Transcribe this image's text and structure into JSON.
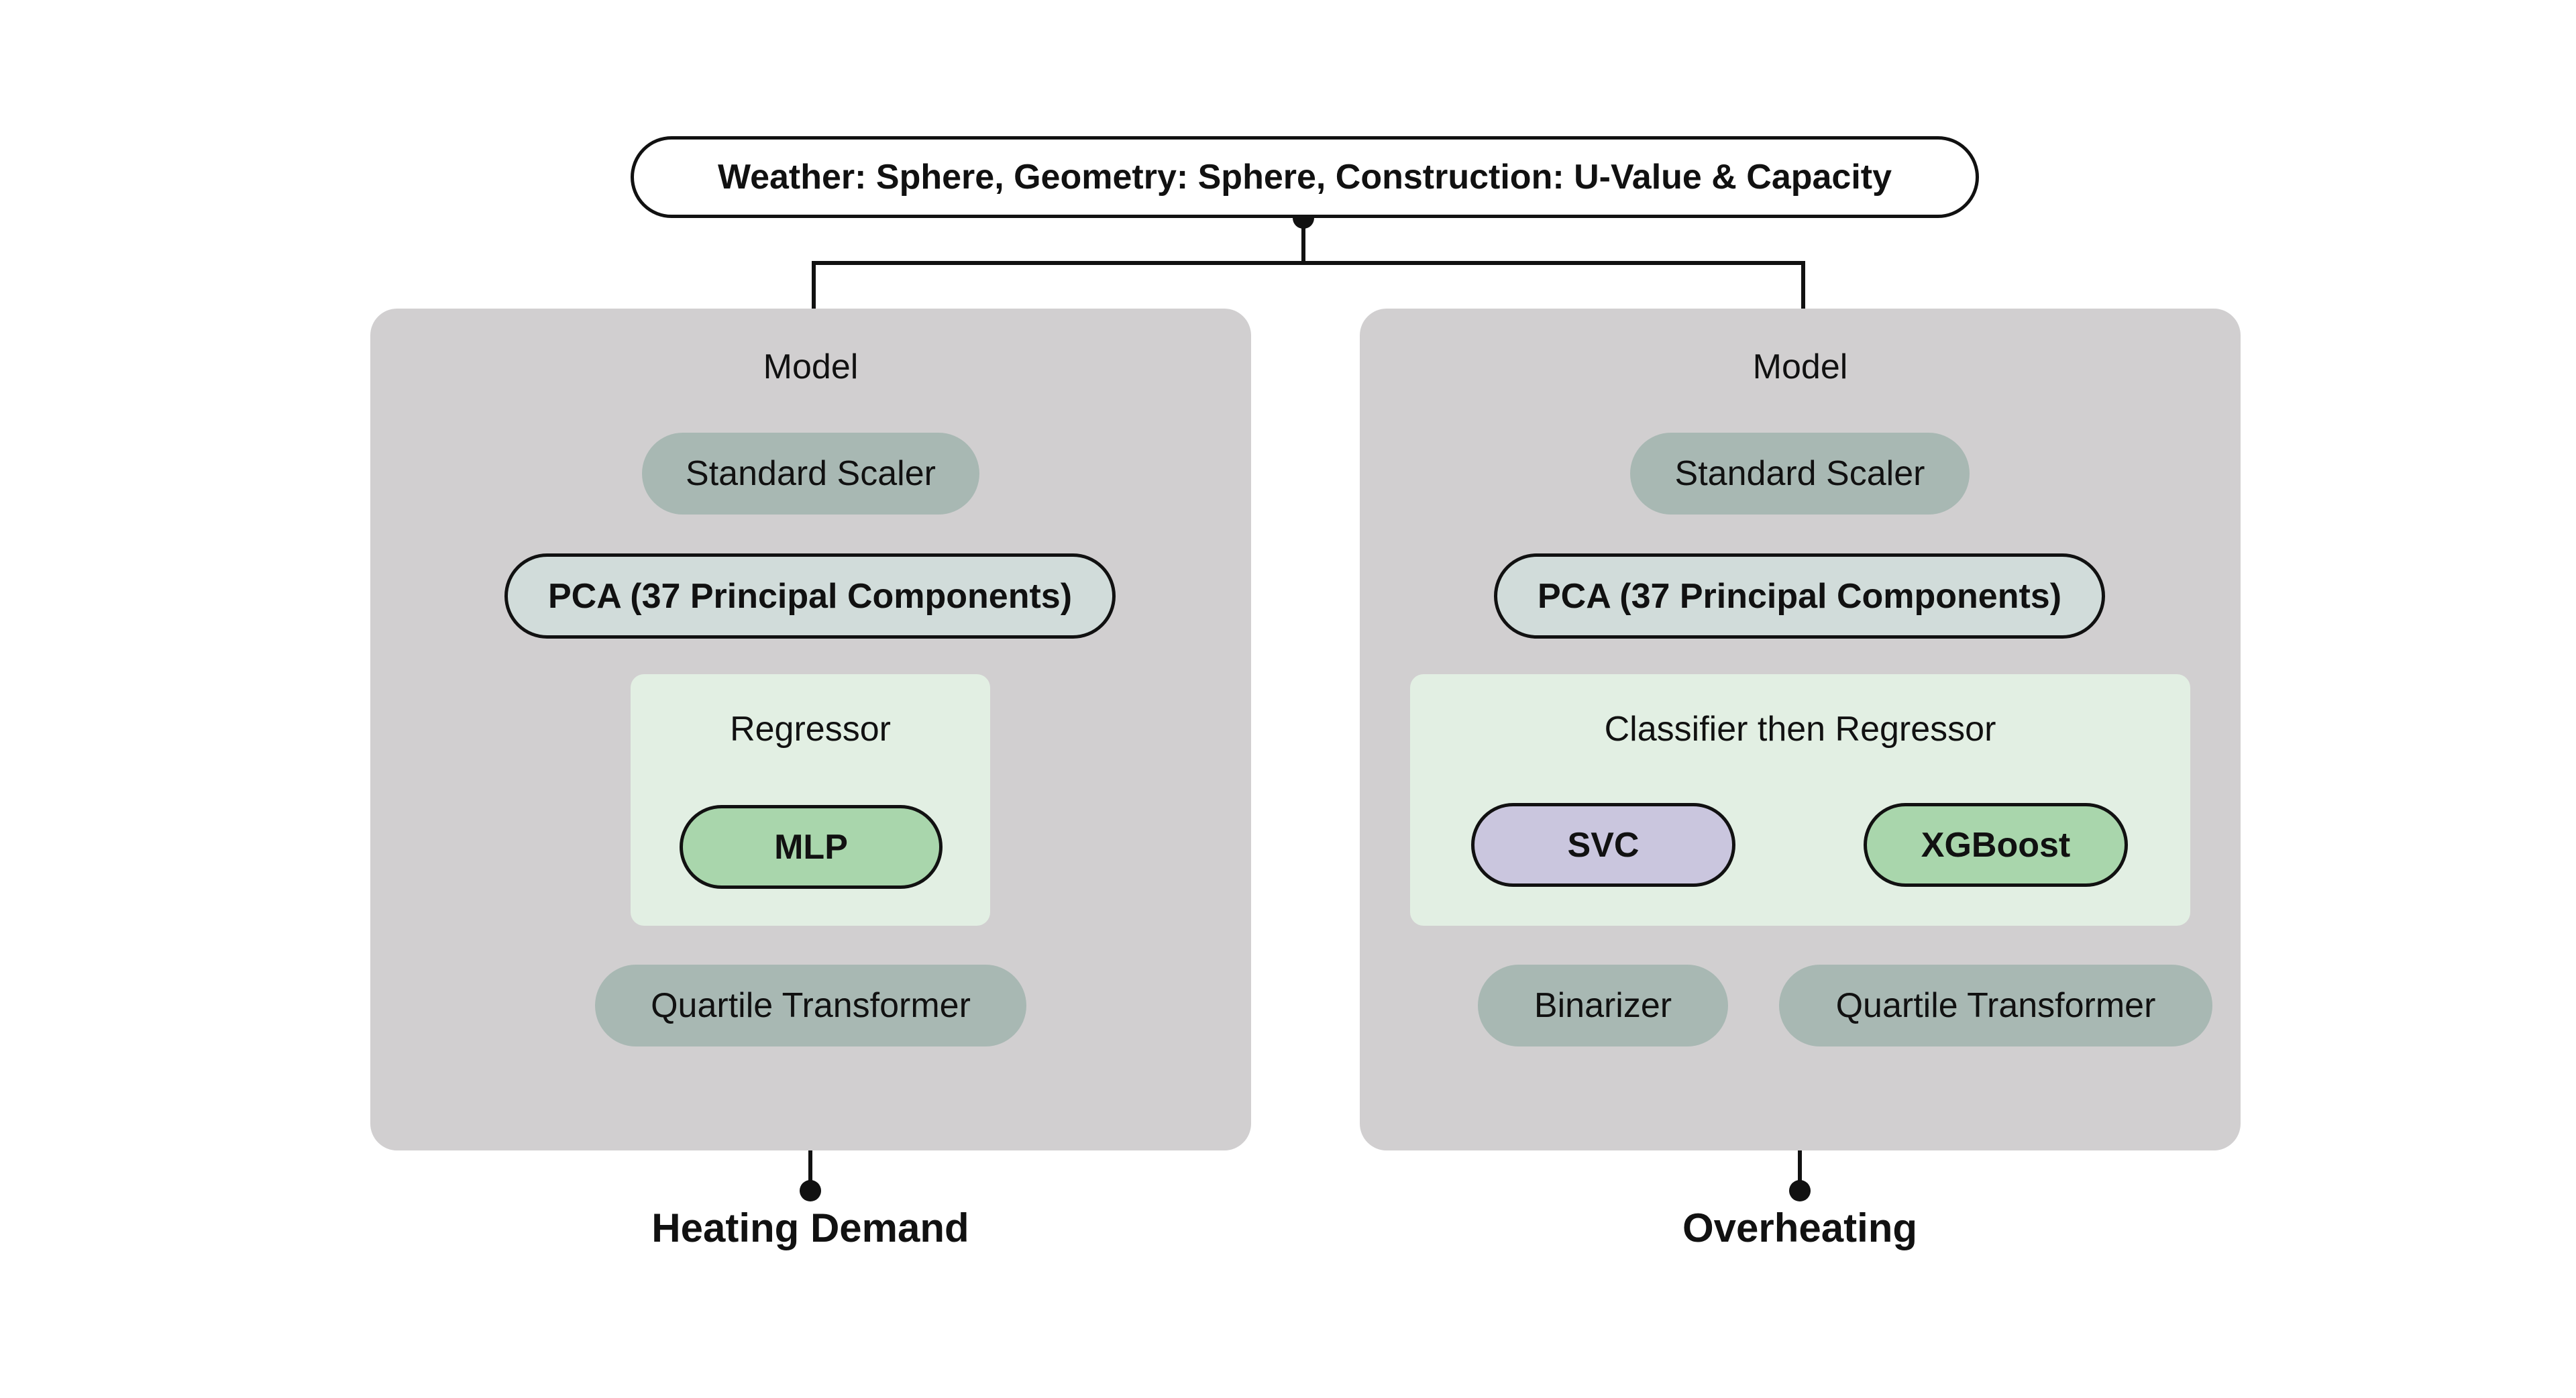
{
  "input": {
    "label": "Weather: Sphere, Geometry: Sphere, Construction: U-Value & Capacity"
  },
  "left": {
    "model_label": "Model",
    "scaler": "Standard Scaler",
    "pca": "PCA (37 Principal Components)",
    "sub_label": "Regressor",
    "estimator": "MLP",
    "transformer": "Quartile Transformer",
    "output": "Heating Demand"
  },
  "right": {
    "model_label": "Model",
    "scaler": "Standard Scaler",
    "pca": "PCA (37 Principal Components)",
    "sub_label": "Classifier then Regressor",
    "classifier": "SVC",
    "regressor": "XGBoost",
    "binarizer": "Binarizer",
    "transformer": "Quartile Transformer",
    "output": "Overheating"
  },
  "colors": {
    "panel": "#d1cfd0",
    "subpanel": "#e2efe3",
    "scaler": "#a8b8b3",
    "pca": "#d1dcda",
    "regressor": "#a9d6ac",
    "classifier": "#cac6de"
  }
}
